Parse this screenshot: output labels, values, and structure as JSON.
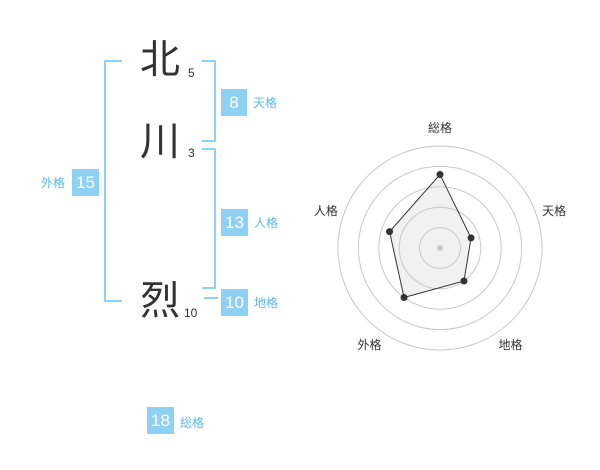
{
  "name": {
    "chars": [
      {
        "char": "北",
        "strokes": "5"
      },
      {
        "char": "川",
        "strokes": "3"
      },
      {
        "char": "烈",
        "strokes": "10"
      }
    ]
  },
  "kakusu": {
    "tenkaku": {
      "value": "8",
      "label": "天格"
    },
    "jinkaku": {
      "value": "13",
      "label": "人格"
    },
    "chikaku": {
      "value": "10",
      "label": "地格"
    },
    "gaikaku": {
      "value": "15",
      "label": "外格"
    },
    "soukaku": {
      "value": "18",
      "label": "総格"
    }
  },
  "colors": {
    "accent": "#8fd0f5",
    "label": "#5ab8ec",
    "text": "#333333"
  },
  "chart_data": {
    "type": "radar",
    "axes": [
      "総格",
      "天格",
      "地格",
      "外格",
      "人格"
    ],
    "values": [
      18,
      8,
      10,
      15,
      13
    ],
    "max": 25,
    "rings": 5
  }
}
